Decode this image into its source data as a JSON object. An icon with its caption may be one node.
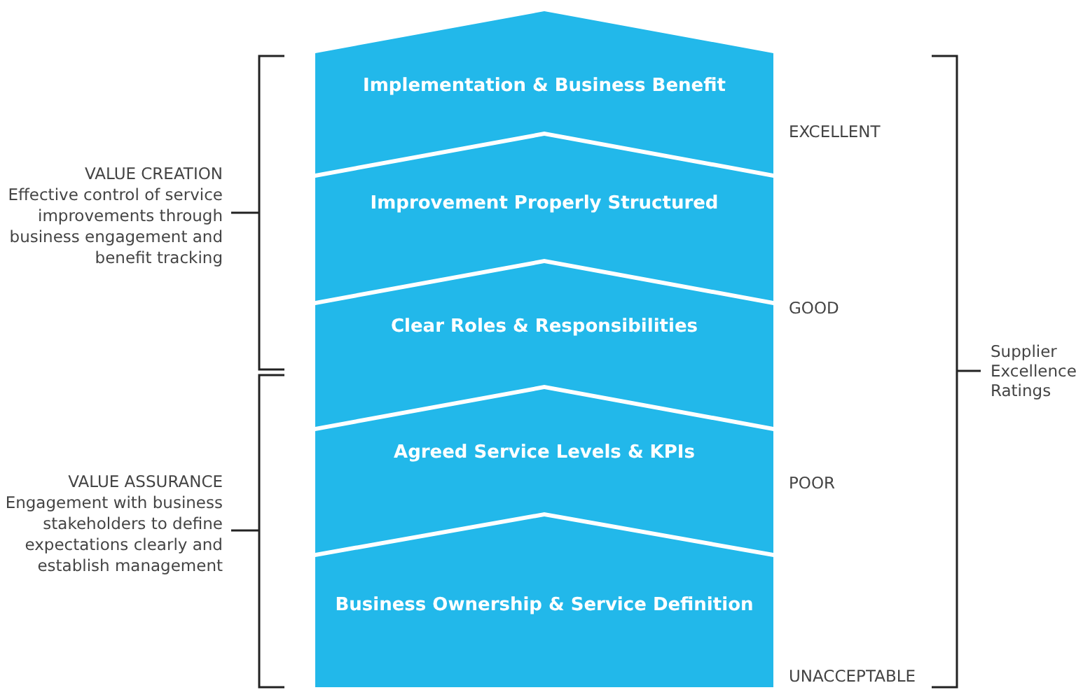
{
  "diagram": {
    "nodes": [
      {
        "text": [
          "Implementation & Business Benefit"
        ]
      },
      {
        "text": [
          "Improvement Properly Structured"
        ]
      },
      {
        "text": [
          "Clear Roles & Responsibilities"
        ]
      },
      {
        "text": [
          "Agreed Service Levels & KPIs"
        ]
      },
      {
        "text": [
          "Business Ownership & Service Definition"
        ]
      }
    ],
    "edges": [],
    "labels": [
      "VALUE CREATION",
      "Effective control of service improvements through business engagement and benefit tracking",
      "EXCELLENT",
      "GOOD",
      "VALUE ASSURANCE",
      "Engagement with business stakeholders to define expectations clearly and establish management",
      "POOR",
      "UNACCEPTABLE",
      "Supplier Excellence Ratings"
    ]
  }
}
